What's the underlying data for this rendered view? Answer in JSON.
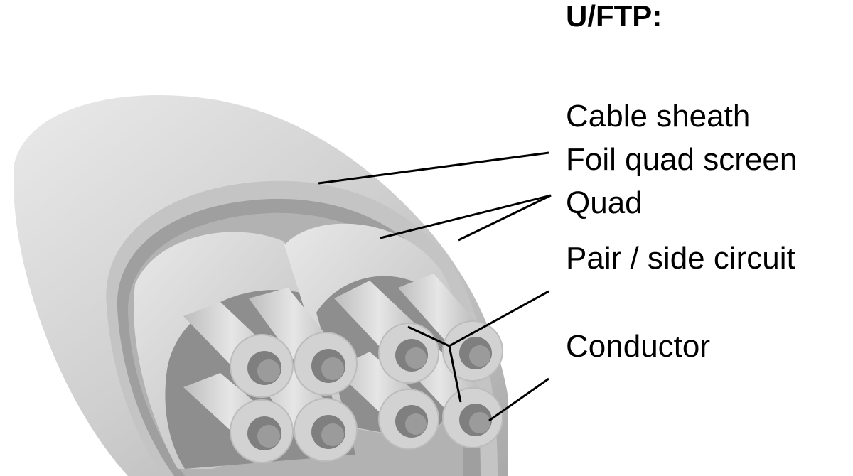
{
  "diagram": {
    "title": "U/FTP:",
    "labels": {
      "cable_sheath": "Cable sheath",
      "foil_quad_screen": "Foil quad screen",
      "quad": "Quad",
      "pair_side_circuit": "Pair / side circuit",
      "conductor": "Conductor"
    },
    "colors": {
      "sheath": "#cfcfcf",
      "screen": "#bdbdbd",
      "quad": "#d6d6d6",
      "insulation": "#d9d9d9",
      "conductor": "#8a8a8a",
      "leader": "#000000"
    }
  }
}
